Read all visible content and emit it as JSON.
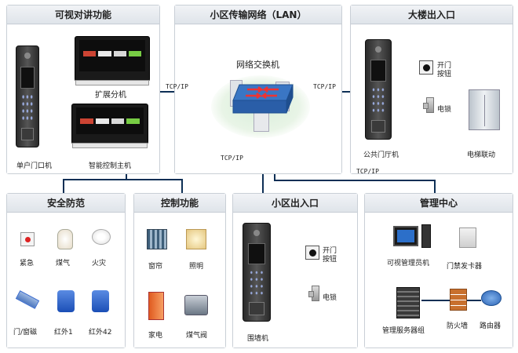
{
  "panels": {
    "intercom": {
      "title": "可视对讲功能",
      "ext_unit": "扩展分机",
      "door_unit": "单户门口机",
      "main_unit": "智能控制主机"
    },
    "lan": {
      "title": "小区传输网络（LAN）",
      "switch": "网络交换机",
      "tcp_left": "TCP/IP",
      "tcp_right": "TCP/IP",
      "tcp_bottom": "TCP/IP",
      "tcp_entrance": "TCP/IP"
    },
    "building": {
      "title": "大楼出入口",
      "open_btn_1": "开门",
      "open_btn_2": "按钮",
      "lock": "电锁",
      "lobby": "公共门厅机",
      "elevator": "电梯联动"
    },
    "security": {
      "title": "安全防范",
      "items": [
        "紧急",
        "煤气",
        "火灾",
        "门/窗磁",
        "红外1",
        "红外42"
      ]
    },
    "control": {
      "title": "控制功能",
      "items": [
        "窗帘",
        "照明",
        "家电",
        "煤气阀"
      ]
    },
    "community": {
      "title": "小区出入口",
      "open_btn_1": "开门",
      "open_btn_2": "按钮",
      "lock": "电锁",
      "wall": "围墙机"
    },
    "management": {
      "title": "管理中心",
      "pc": "可视管理员机",
      "card_writer": "门禁发卡器",
      "server": "管理服务器组",
      "firewall": "防火墙",
      "router": "路由器"
    }
  }
}
